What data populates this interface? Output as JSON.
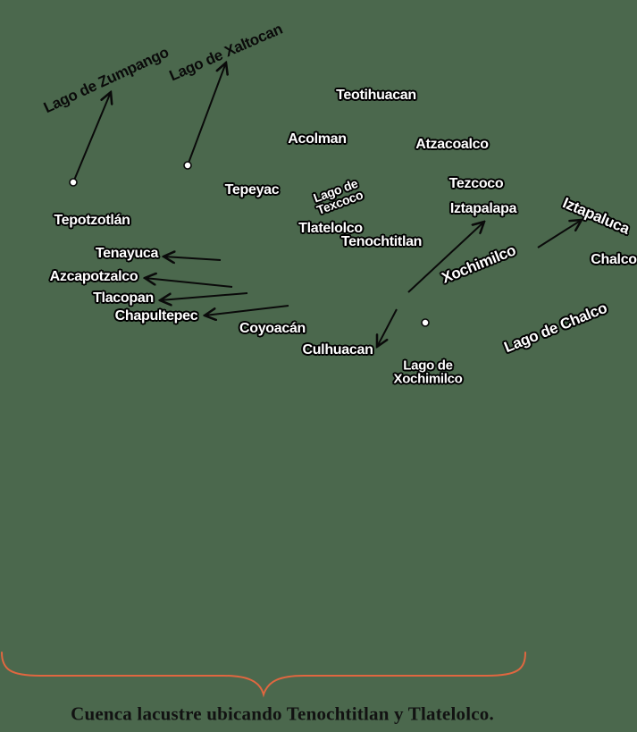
{
  "colors": {
    "background": "#4b684d",
    "brace": "#e06740",
    "label_white": "#ffffff",
    "label_black": "#0a0a0a",
    "caption_text": "#121212"
  },
  "map_labels": {
    "lago_zumpango": "Lago de Zumpango",
    "lago_xaltocan": "Lago de Xaltocan",
    "teotihuacan": "Teotihuacan",
    "acolman": "Acolman",
    "atzacoalco": "Atzacoalco",
    "tepeyac": "Tepeyac",
    "lago_texcoco_line1": "Lago de",
    "lago_texcoco_line2": "Texcoco",
    "tezcoco": "Tezcoco",
    "iztapalapa": "Iztapalapa",
    "tlatelolco": "Tlatelolco",
    "tenochtitlan": "Tenochtitlan",
    "iztapaluca": "Iztapaluca",
    "chalco": "Chalco",
    "tepotzotlan": "Tepotzotlán",
    "tenayuca": "Tenayuca",
    "azcapotzalco": "Azcapotzalco",
    "tlacopan": "Tlacopan",
    "chapultepec": "Chapultepec",
    "coyoacan": "Coyoacán",
    "culhuacan": "Culhuacan",
    "xochimilco": "Xochimilco",
    "lago_xochimilco_line1": "Lago de",
    "lago_xochimilco_line2": "Xochimilco",
    "lago_chalco": "Lago de Chalco"
  },
  "caption": "Cuenca lacustre ubicando Tenochtitlan y Tlatelolco."
}
